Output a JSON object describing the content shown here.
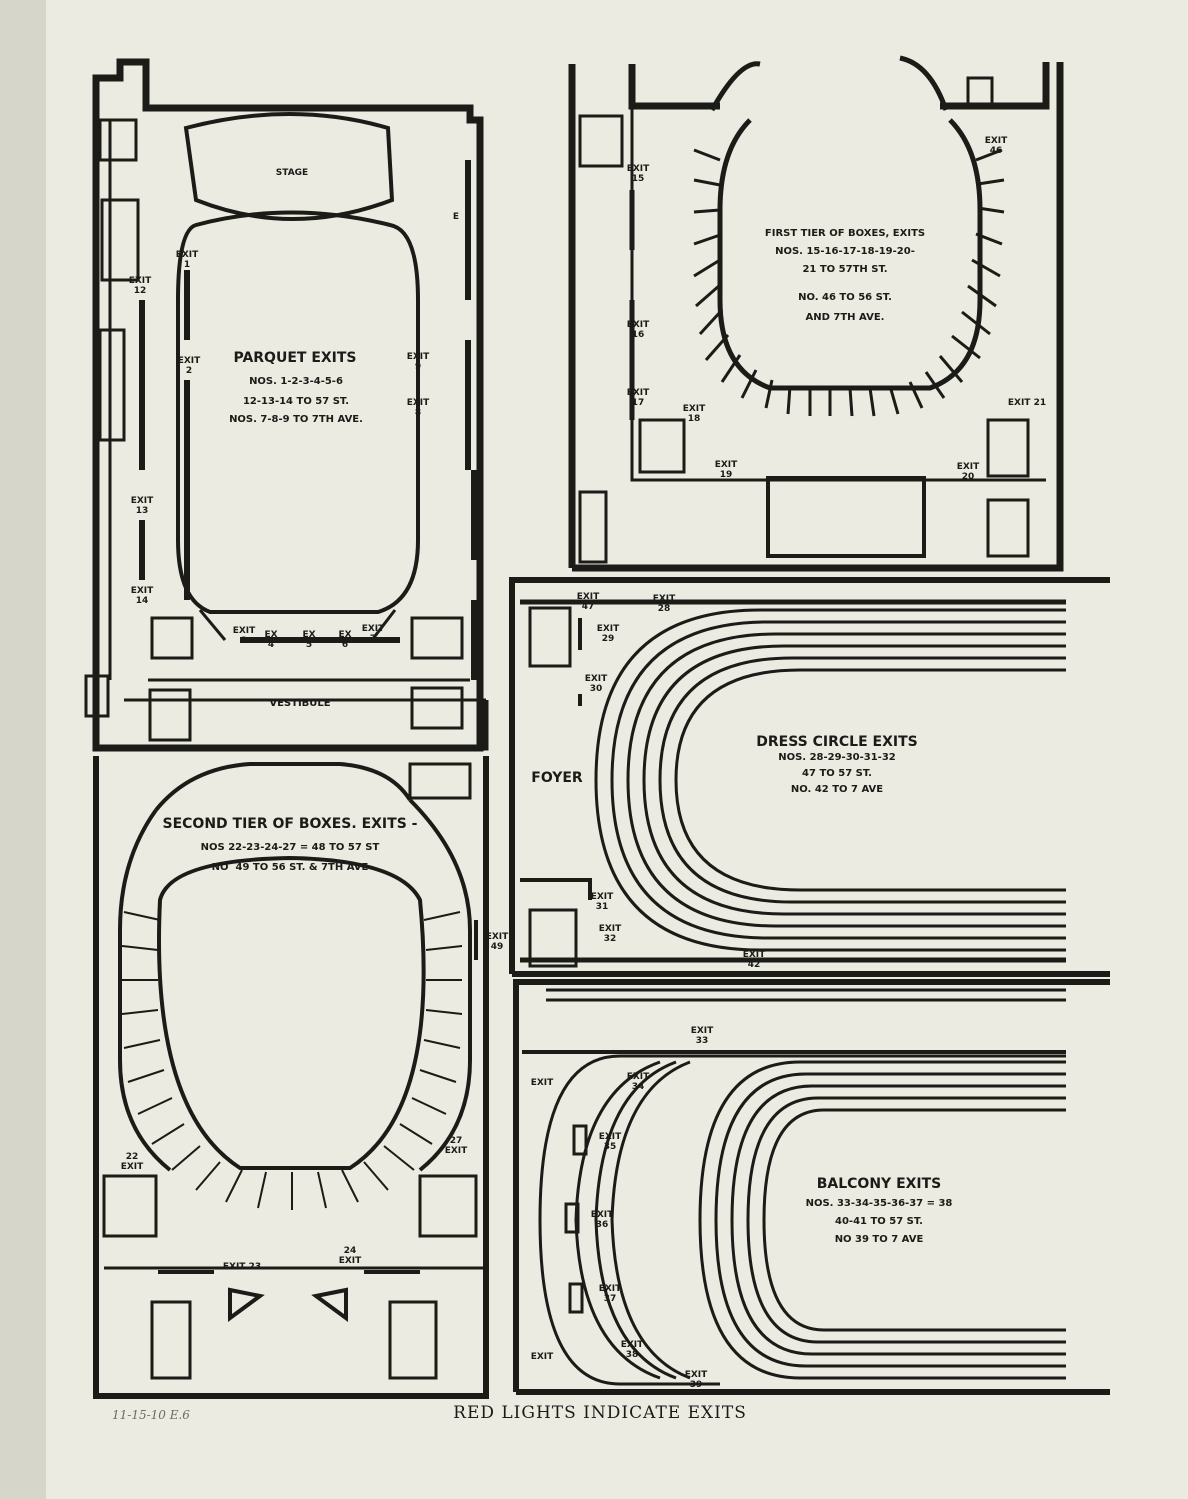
{
  "parquet": {
    "title": "PARQUET EXITS",
    "lines": [
      "NOS. 1-2-3-4-5-6",
      "12-13-14 TO 57 ST.",
      "NOS. 7-8-9 TO 7TH AVE."
    ],
    "stage": "STAGE",
    "vestibule": "VESTIBULE",
    "exits": {
      "e1": "EXIT\n1",
      "e2": "EXIT\n2",
      "e9": "EXIT\n9",
      "e8": "EXIT\n8",
      "e12": "EXIT\n12",
      "e13": "EXIT\n13",
      "e14": "EXIT\n14",
      "e3": "EXIT\n3",
      "e4": "EX\n4",
      "e5": "EX\n5",
      "e6": "EX\n6",
      "e7": "EXIT\n7",
      "side": "E"
    }
  },
  "first_tier": {
    "title": "FIRST TIER OF BOXES, EXITS",
    "lines": [
      "NOS. 15-16-17-18-19-20-",
      "21 TO 57TH ST.",
      "NO. 46 TO 56 ST.",
      "AND 7TH AVE."
    ],
    "exits": {
      "e15": "EXIT\n15",
      "e16": "EXIT\n16",
      "e17": "EXIT\n17",
      "e18": "EXIT\n18",
      "e19": "EXIT\n19",
      "e20": "EXIT\n20",
      "e21": "EXIT 21",
      "e46": "EXIT\n46"
    }
  },
  "second_tier": {
    "title": "SECOND TIER OF BOXES. EXITS -",
    "lines": [
      "NOS 22-23-24-27 = 48 TO 57 ST",
      "NO  49 TO 56 ST. & 7TH AVE"
    ],
    "exits": {
      "e22": "22\nEXIT",
      "e27": "27\nEXIT",
      "e23": "EXIT 23",
      "e24": "24\nEXIT",
      "e49": "EXIT\n49"
    }
  },
  "dress_circle": {
    "title": "DRESS CIRCLE EXITS",
    "lines": [
      "NOS. 28-29-30-31-32",
      "47 TO 57 ST.",
      "NO. 42 TO 7 AVE"
    ],
    "foyer": "FOYER",
    "exits": {
      "e47": "EXIT\n47",
      "e28": "EXIT\n28",
      "e29": "EXIT\n29",
      "e30": "EXIT\n30",
      "e31": "EXIT\n31",
      "e32": "EXIT\n32",
      "e42": "EXIT\n42"
    }
  },
  "balcony": {
    "title": "BALCONY EXITS",
    "lines": [
      "NOS. 33-34-35-36-37 = 38",
      "40-41 TO 57 ST.",
      "NO 39 TO 7 AVE"
    ],
    "exits": {
      "e33": "EXIT\n33",
      "e34": "EXIT\n34",
      "e35": "EXIT\n35",
      "e36": "EXIT\n36",
      "e37": "EXIT\n37",
      "e38": "EXIT\n38",
      "e39": "EXIT\n39",
      "eA": "EXIT",
      "eB": "EXIT"
    }
  },
  "caption": "RED LIGHTS INDICATE EXITS",
  "handwritten": "11-15-10 E.6"
}
